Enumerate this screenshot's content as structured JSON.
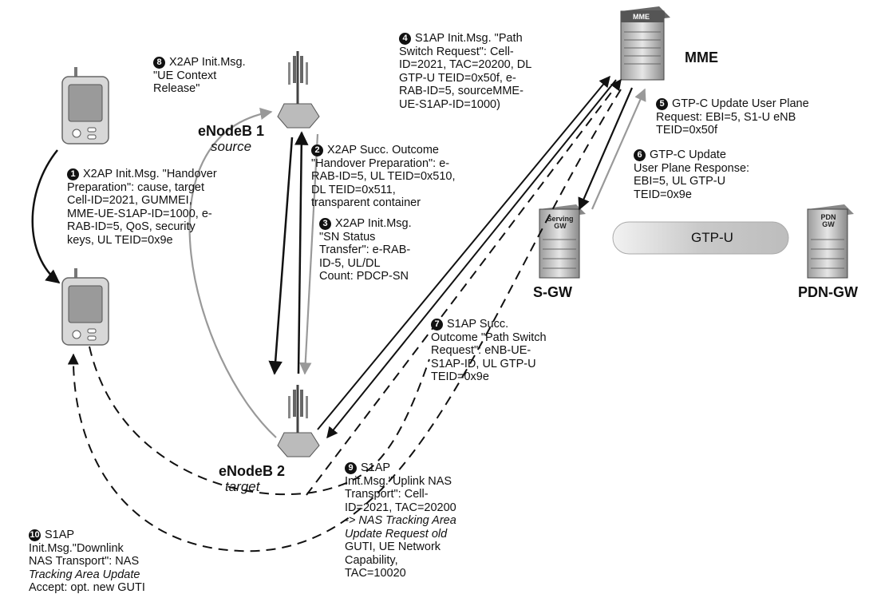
{
  "nodes": {
    "enb1": {
      "name": "eNodeB 1",
      "role": "source"
    },
    "enb2": {
      "name": "eNodeB 2",
      "role": "target"
    },
    "mme": {
      "name": "MME",
      "box_label": "MME"
    },
    "sgw": {
      "name": "S-GW",
      "box_label_line1": "Serving",
      "box_label_line2": "GW"
    },
    "pgw": {
      "name": "PDN-GW",
      "box_label_line1": "PDN",
      "box_label_line2": "GW"
    }
  },
  "tunnel_label": "GTP-U",
  "messages": [
    {
      "num": "1",
      "lines": [
        "X2AP Init.Msg. \"Handover",
        "Preparation\": cause, target",
        "Cell-ID=2021, GUMMEI,",
        "MME-UE-S1AP-ID=1000, e-",
        "RAB-ID=5, QoS, security",
        "keys, UL TEID=0x9e"
      ]
    },
    {
      "num": "2",
      "lines": [
        "X2AP Succ. Outcome",
        "\"Handover Preparation\": e-",
        "RAB-ID=5, UL TEID=0x510,",
        "DL TEID=0x511,",
        "transparent container"
      ]
    },
    {
      "num": "3",
      "lines": [
        "X2AP Init.Msg.",
        "\"SN Status",
        "Transfer\": e-RAB-",
        "ID-5, UL/DL",
        "Count: PDCP-SN"
      ]
    },
    {
      "num": "4",
      "lines": [
        "S1AP Init.Msg. \"Path",
        "Switch Request\": Cell-",
        "ID=2021, TAC=20200, DL",
        "GTP-U TEID=0x50f, e-",
        "RAB-ID=5, sourceMME-",
        "UE-S1AP-ID=1000)"
      ]
    },
    {
      "num": "5",
      "lines": [
        "GTP-C Update User Plane",
        "Request: EBI=5, S1-U eNB",
        "TEID=0x50f"
      ]
    },
    {
      "num": "6",
      "lines": [
        "GTP-C Update",
        "User Plane Response:",
        "EBI=5, UL GTP-U",
        "TEID=0x9e"
      ]
    },
    {
      "num": "7",
      "lines": [
        "S1AP Succ.",
        "Outcome \"Path Switch",
        "Request\": eNB-UE-",
        "S1AP-ID, UL GTP-U",
        "TEID=0x9e"
      ]
    },
    {
      "num": "8",
      "lines": [
        "X2AP Init.Msg.",
        "\"UE Context",
        "Release\""
      ]
    },
    {
      "num": "9",
      "lines": [
        "S1AP",
        "Init.Msg.\"Uplink NAS",
        "Transport\": Cell-",
        "ID=2021, TAC=20200",
        "-> NAS Tracking Area",
        "Update Request old",
        "GUTI, UE Network",
        "Capability,",
        "TAC=10020"
      ]
    },
    {
      "num": "10",
      "lines": [
        "S1AP",
        "Init.Msg.\"Downlink",
        "NAS Transport\": NAS",
        "Tracking Area Update",
        "Accept: opt. new GUTI"
      ]
    }
  ]
}
